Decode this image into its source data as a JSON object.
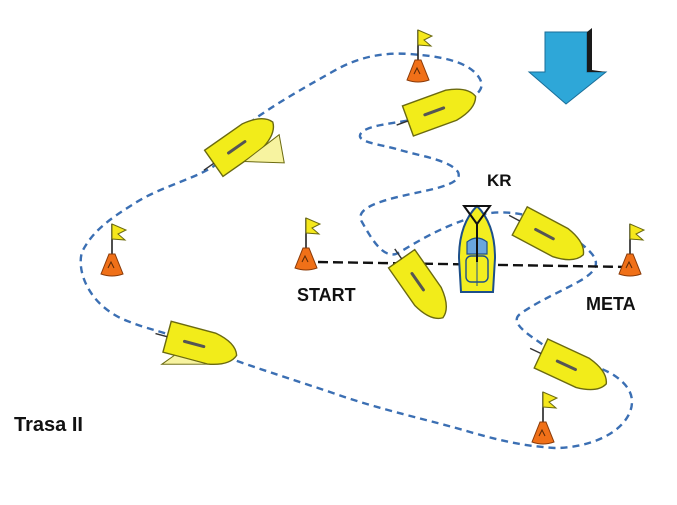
{
  "title": "Trasa II",
  "labels": {
    "start": "START",
    "meta": "META",
    "committee_boat": "KR"
  },
  "colors": {
    "course_line": "#3b6fb3",
    "start_finish_line": "#111111",
    "boat_fill": "#f2ec1a",
    "boat_stroke": "#6b6a10",
    "buoy_fill": "#f07018",
    "flag_fill": "#f5e81c",
    "wind_arrow": "#1a9bd2",
    "motorboat_fill": "#f3ee20",
    "motorboat_window": "#6aa6de"
  },
  "icons": {
    "wind": "wind-direction-arrow-icon",
    "mark": "buoy-with-flag-icon",
    "sailboat": "sailboat-icon",
    "committee": "motorboat-icon"
  }
}
